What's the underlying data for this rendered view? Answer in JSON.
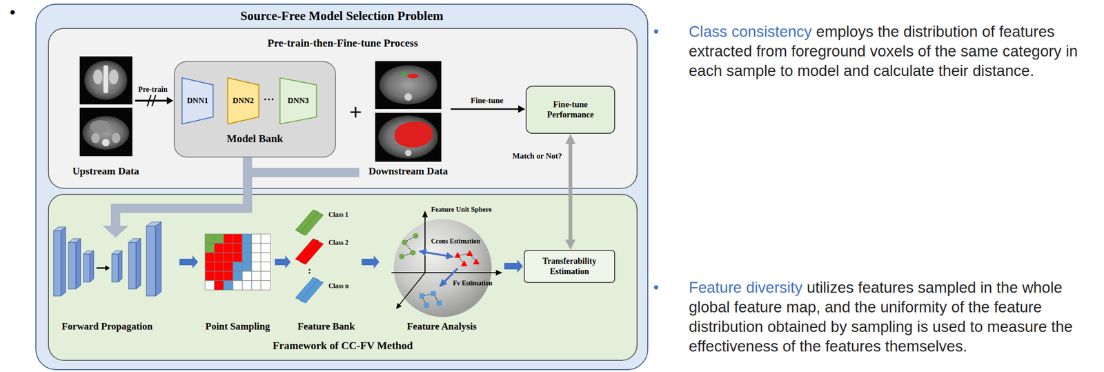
{
  "diagram": {
    "nodes": [
      {
        "text": [
          "Source-Free Model Selection Problem"
        ]
      },
      {
        "text": [
          "Pre-train-then-Fine-tune Process"
        ],
        "in": 0
      },
      {
        "text": [
          "Model Bank"
        ],
        "in": 1
      },
      {
        "text": [
          "DNN1"
        ],
        "in": 2
      },
      {
        "text": [
          "DNN2"
        ],
        "in": 2
      },
      {
        "text": [
          "DNN3"
        ],
        "in": 2
      },
      {
        "text": [
          "Fine-tune Performance"
        ],
        "in": 1
      },
      {
        "text": [
          "Framework of CC-FV Method"
        ],
        "in": 0
      },
      {
        "text": [
          "Transferability Estimation"
        ],
        "in": 7
      }
    ],
    "edges": [
      {
        "from": 6,
        "to": 8,
        "arrow": "both",
        "label": "Match or Not?"
      }
    ],
    "labels": [
      "•",
      "Pre-train",
      "Upstream Data",
      "···",
      "+",
      "Downstream Data",
      "Fine-tune",
      "Class 1",
      "Class 2",
      ":",
      "Class n",
      "Feature Unit Sphere",
      "Ccons Estimation",
      "Fv Estimation",
      "Forward Propagation",
      "Point Sampling",
      "Feature Bank",
      "Feature Analysis",
      "•",
      "Class consistency",
      "employs the distribution of features extracted from foreground voxels of the same category in each sample to model and calculate their distance.",
      "•",
      "Feature diversity",
      "utilizes features sampled in the whole global feature map, and the uniformity of the feature distribution obtained by sampling is used to measure the effectiveness of the features themselves."
    ]
  }
}
